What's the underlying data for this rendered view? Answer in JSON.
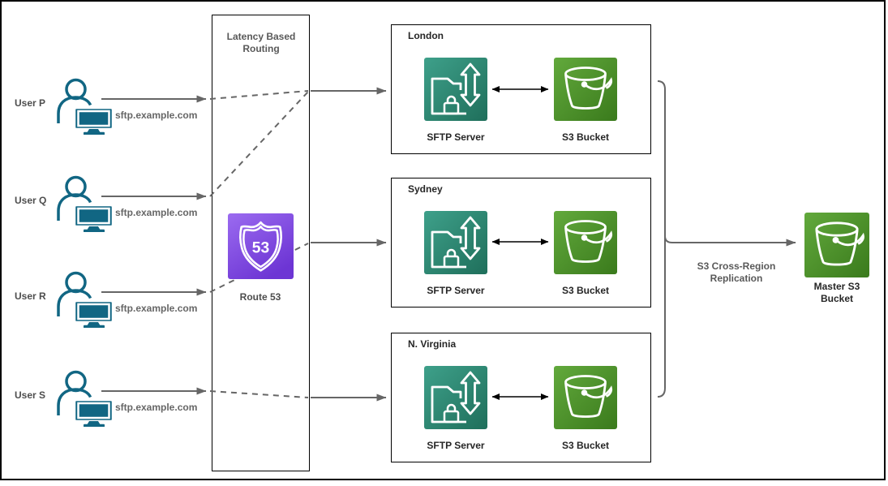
{
  "diagram": {
    "routing_box": {
      "title": "Latency Based Routing"
    },
    "route53": {
      "label": "Route 53",
      "badge": "53"
    },
    "users": [
      {
        "name": "User P",
        "host": "sftp.example.com"
      },
      {
        "name": "User Q",
        "host": "sftp.example.com"
      },
      {
        "name": "User R",
        "host": "sftp.example.com"
      },
      {
        "name": "User S",
        "host": "sftp.example.com"
      }
    ],
    "regions": [
      {
        "name": "London",
        "server": "SFTP Server",
        "bucket": "S3 Bucket"
      },
      {
        "name": "Sydney",
        "server": "SFTP Server",
        "bucket": "S3 Bucket"
      },
      {
        "name": "N. Virginia",
        "server": "SFTP Server",
        "bucket": "S3 Bucket"
      }
    ],
    "replication": {
      "label": "S3 Cross-Region Replication",
      "master_label": "Master S3 Bucket"
    },
    "icons": {
      "user": "person-at-computer",
      "route53": "route-53-highway-shield",
      "sftp_server": "secure-folder-transfer-arrows",
      "s3_bucket": "bucket",
      "master_bucket": "bucket"
    },
    "colors": {
      "connector_gray": "#666666",
      "connector_black": "#000000",
      "user_icon_teal": "#116683",
      "sftp_gradient_from": "#3EA08A",
      "sftp_gradient_to": "#1F6F5B",
      "s3_gradient_from": "#62A93C",
      "s3_gradient_to": "#3A7A1C",
      "route53_gradient_from": "#9B6BF0",
      "route53_gradient_to": "#6D35D4"
    }
  }
}
